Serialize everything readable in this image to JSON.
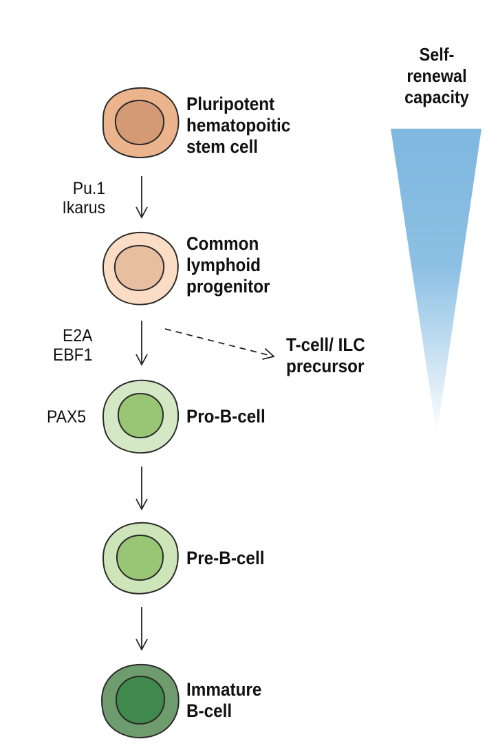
{
  "cells": [
    {
      "id": "pluripotent-hsc",
      "lines": [
        "Pluripotent",
        "hematopoitic",
        "stem cell"
      ],
      "outer_fill": "#ebb48c",
      "inner_fill": "#d49a76"
    },
    {
      "id": "common-lymphoid-progenitor",
      "lines": [
        "Common",
        "lymphoid",
        "progenitor"
      ],
      "outer_fill": "#fbdcc4",
      "inner_fill": "#e8bea0"
    },
    {
      "id": "pro-b-cell",
      "lines": [
        "Pro-B-cell"
      ],
      "outer_fill": "#d4e8c6",
      "inner_fill": "#98c675"
    },
    {
      "id": "pre-b-cell",
      "lines": [
        "Pre-B-cell"
      ],
      "outer_fill": "#cde5b8",
      "inner_fill": "#98c675"
    },
    {
      "id": "immature-b-cell",
      "lines": [
        "Immature",
        "B-cell"
      ],
      "outer_fill": "#6f9c6f",
      "inner_fill": "#3f8a4c"
    }
  ],
  "factors": [
    {
      "id": "pu1-ikarus",
      "lines": [
        "Pu.1",
        "Ikarus"
      ]
    },
    {
      "id": "e2a-ebf1",
      "lines": [
        "E2A",
        "EBF1"
      ]
    },
    {
      "id": "pax5",
      "lines": [
        "PAX5"
      ]
    }
  ],
  "branch": {
    "lines": [
      "T-cell/ ILC",
      "precursor"
    ]
  },
  "self_renewal": {
    "lines": [
      "Self-",
      "renewal",
      "capacity"
    ],
    "gradient_top": "#7fb7df",
    "gradient_bottom": "#ffffff"
  },
  "colors": {
    "outline": "#2a2a2a",
    "arrow": "#222222"
  }
}
